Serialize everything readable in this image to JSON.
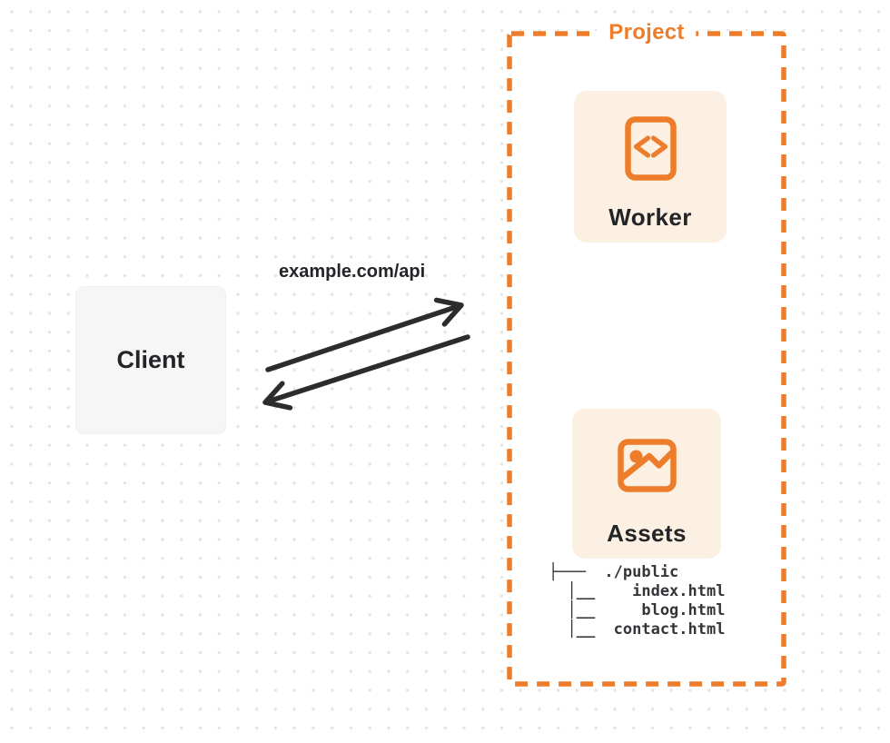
{
  "colors": {
    "accent": "#ed7d2b",
    "card-bg": "#fcf0e2",
    "client-bg": "#f6f6f7",
    "arrow": "#2b2c2e",
    "ink": "#232428",
    "dot": "#e3e4e6"
  },
  "client": {
    "label": "Client"
  },
  "connection": {
    "request_label": "example.com/api",
    "request_arrow": "client-to-project",
    "response_arrow": "project-to-client"
  },
  "project": {
    "label": "Project",
    "worker": {
      "label": "Worker",
      "icon": "code-file-icon"
    },
    "assets": {
      "label": "Assets",
      "icon": "image-icon",
      "file_tree": "├───  ./public\n  │__    index.html\n  │__     blog.html\n  │__  contact.html"
    }
  }
}
